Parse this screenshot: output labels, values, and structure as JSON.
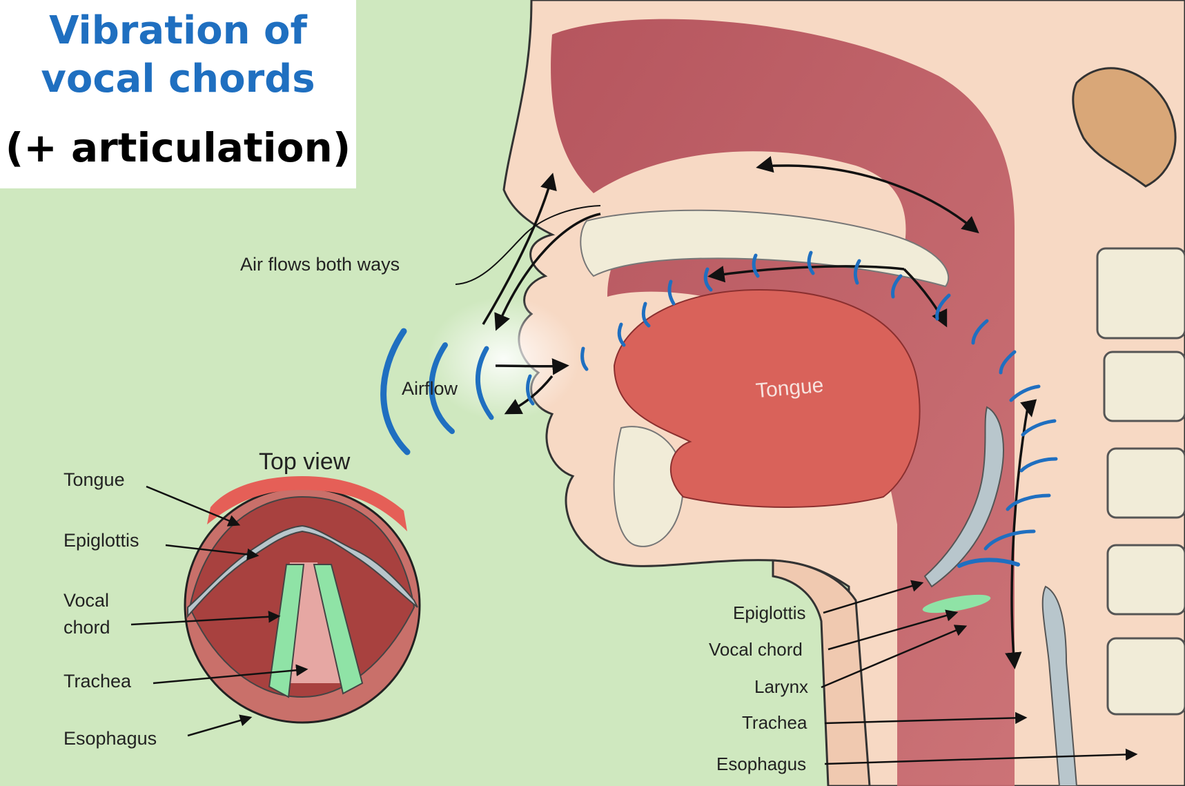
{
  "title": {
    "line1": "Vibration of",
    "line2": "vocal chords",
    "line3": "(+ articulation)"
  },
  "labels": {
    "air_flows_both_ways": "Air flows both ways",
    "airflow": "Airflow",
    "tongue_main": "Tongue",
    "top_view": "Top view",
    "inset": {
      "tongue": "Tongue",
      "epiglottis": "Epiglottis",
      "vocal": "Vocal",
      "chord": "chord",
      "trachea": "Trachea",
      "esophagus": "Esophagus"
    },
    "main": {
      "epiglottis": "Epiglottis",
      "vocal_chord": "Vocal chord",
      "larynx": "Larynx",
      "trachea": "Trachea",
      "esophagus": "Esophagus"
    }
  },
  "colors": {
    "background": "#cfe8bf",
    "skin": "#f7d9c4",
    "cavity": "#b5525a",
    "tongue": "#d9625a",
    "bone": "#f1ecd8",
    "cartilage": "#b8c6cc",
    "vocal_chord": "#8fe3a6",
    "wave": "#1f6fc0"
  }
}
